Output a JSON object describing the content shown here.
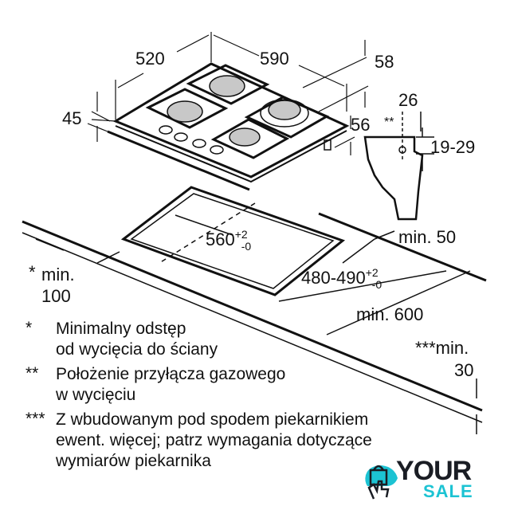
{
  "dimensions": {
    "width_520": "520",
    "width_590": "590",
    "depth_58": "58",
    "height_45": "45",
    "height_56": "56",
    "connector_26": "26",
    "connector_19_29": "19-29",
    "connector_mark": "**",
    "cutout_width": "560",
    "cutout_width_tol_plus": "+2",
    "cutout_width_tol_minus": "-0",
    "cutout_depth": "480-490",
    "cutout_depth_tol_plus": "+2",
    "cutout_depth_tol_minus": "-0",
    "min_50": "min. 50",
    "min_100_mark": "*",
    "min_100_label": "min.",
    "min_100_value": "100",
    "min_600": "min. 600",
    "min_30_label": "***min.",
    "min_30_value": "30"
  },
  "notes": [
    {
      "mark": "*",
      "lines": [
        "Minimalny odstęp",
        "od wycięcia do ściany"
      ]
    },
    {
      "mark": "**",
      "lines": [
        "Położenie przyłącza gazowego",
        "w wycięciu"
      ]
    },
    {
      "mark": "***",
      "lines": [
        "Z wbudowanym pod spodem piekarnikiem",
        "ewent. więcej; patrz wymagania dotyczące",
        "wymiarów piekarnika"
      ]
    }
  ],
  "logo": {
    "line1": "YOUR",
    "line2": "SALE",
    "accent": "#1cc3d3",
    "dark": "#1a1d24"
  }
}
